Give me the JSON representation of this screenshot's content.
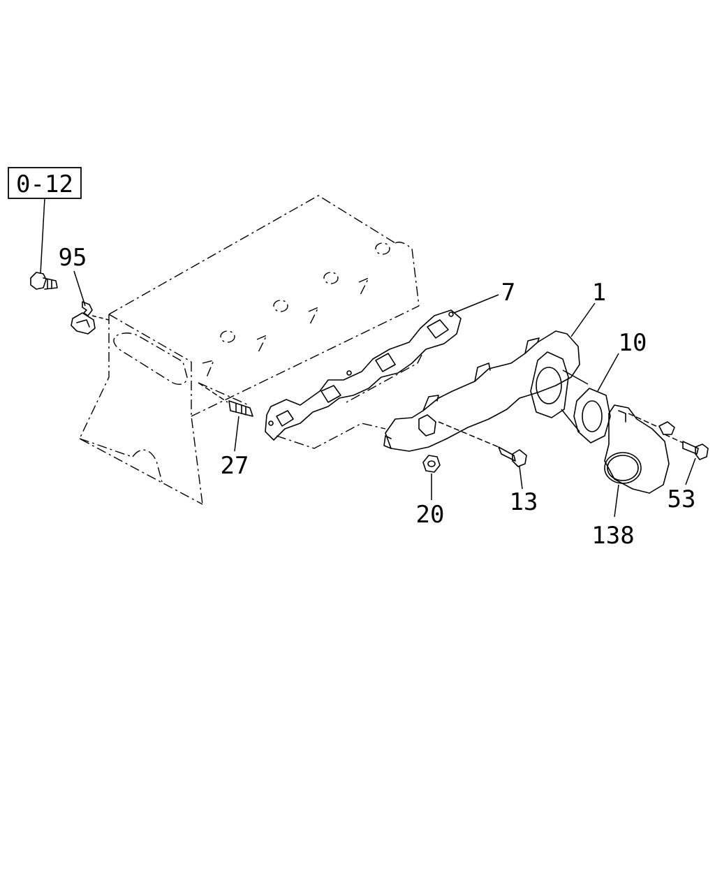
{
  "reference": {
    "label": "0-12"
  },
  "callouts": [
    {
      "id": "95",
      "label": "95"
    },
    {
      "id": "7",
      "label": "7"
    },
    {
      "id": "1",
      "label": "1"
    },
    {
      "id": "10",
      "label": "10"
    },
    {
      "id": "27",
      "label": "27"
    },
    {
      "id": "20",
      "label": "20"
    },
    {
      "id": "13",
      "label": "13"
    },
    {
      "id": "138",
      "label": "138"
    },
    {
      "id": "53",
      "label": "53"
    }
  ]
}
